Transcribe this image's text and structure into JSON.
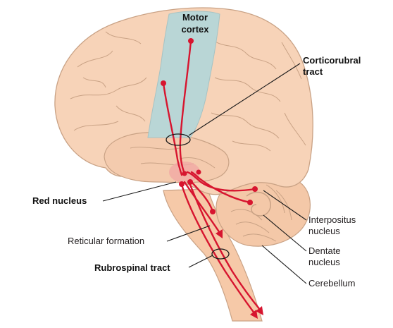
{
  "colors": {
    "brain_fill": "#f7d3b8",
    "brain_outline": "#c9a285",
    "motor_cortex": "#b9d6d6",
    "red_nucleus_glow": "#f1a9a4",
    "tract": "#d7152f",
    "leader": "#1a1a1a"
  },
  "labels": {
    "motor_cortex_line1": "Motor",
    "motor_cortex_line2": "cortex",
    "corticorubral_line1": "Corticorubral",
    "corticorubral_line2": "tract",
    "red_nucleus": "Red nucleus",
    "interpositus_line1": "Interpositus",
    "interpositus_line2": "nucleus",
    "reticular_formation": "Reticular formation",
    "dentate_line1": "Dentate",
    "dentate_line2": "nucleus",
    "rubrospinal_tract": "Rubrospinal tract",
    "cerebellum": "Cerebellum"
  }
}
